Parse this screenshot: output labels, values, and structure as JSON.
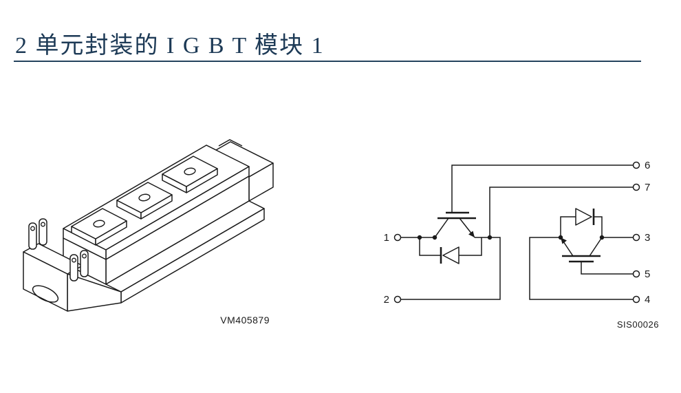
{
  "page": {
    "title": "2 单元封装的 I G B T 模块 1",
    "background": "#ffffff",
    "title_color": "#1d3a56",
    "line_color": "#1a1a1a"
  },
  "module_figure": {
    "description": "isometric line drawing of a 2-unit IGBT power module package with three screw terminal bosses, auxiliary pin pairs and baseplate mounting hole",
    "code": "VM405879"
  },
  "schematic_figure": {
    "description": "circuit diagram of the 2-unit IGBT module: two IGBTs with anti-parallel freewheel diodes",
    "code": "SIS00026",
    "terminals": {
      "t1": "1",
      "t2": "2",
      "t3": "3",
      "t4": "4",
      "t5": "5",
      "t6": "6",
      "t7": "7"
    }
  }
}
